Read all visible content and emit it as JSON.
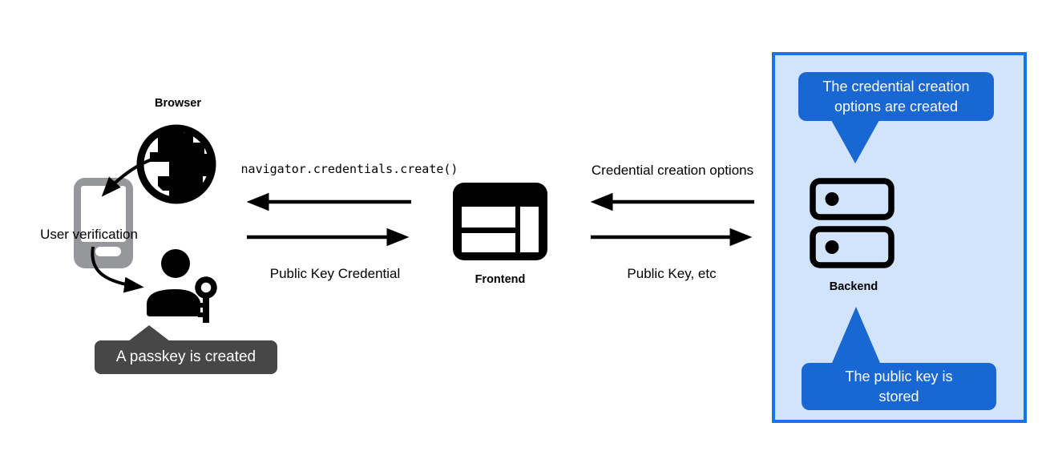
{
  "colors": {
    "accent-blue": "#1967d2",
    "panel-bg": "#d2e3fc",
    "panel-border": "#1a73e8",
    "tooltip-gray": "#474747",
    "phone-gray": "#95979b"
  },
  "left": {
    "browser_label": "Browser",
    "user_verification_label": "User verification",
    "passkey_tooltip": "A passkey is created"
  },
  "middle": {
    "code_label": "navigator.credentials.create()",
    "public_key_credential_label": "Public Key Credential",
    "frontend_label": "Frontend"
  },
  "right": {
    "credential_creation_options_label": "Credential creation options",
    "public_key_etc_label": "Public Key, etc",
    "backend_label": "Backend",
    "options_created_bubble": "The credential creation\noptions are created",
    "public_key_stored_bubble": "The public key is\nstored"
  }
}
